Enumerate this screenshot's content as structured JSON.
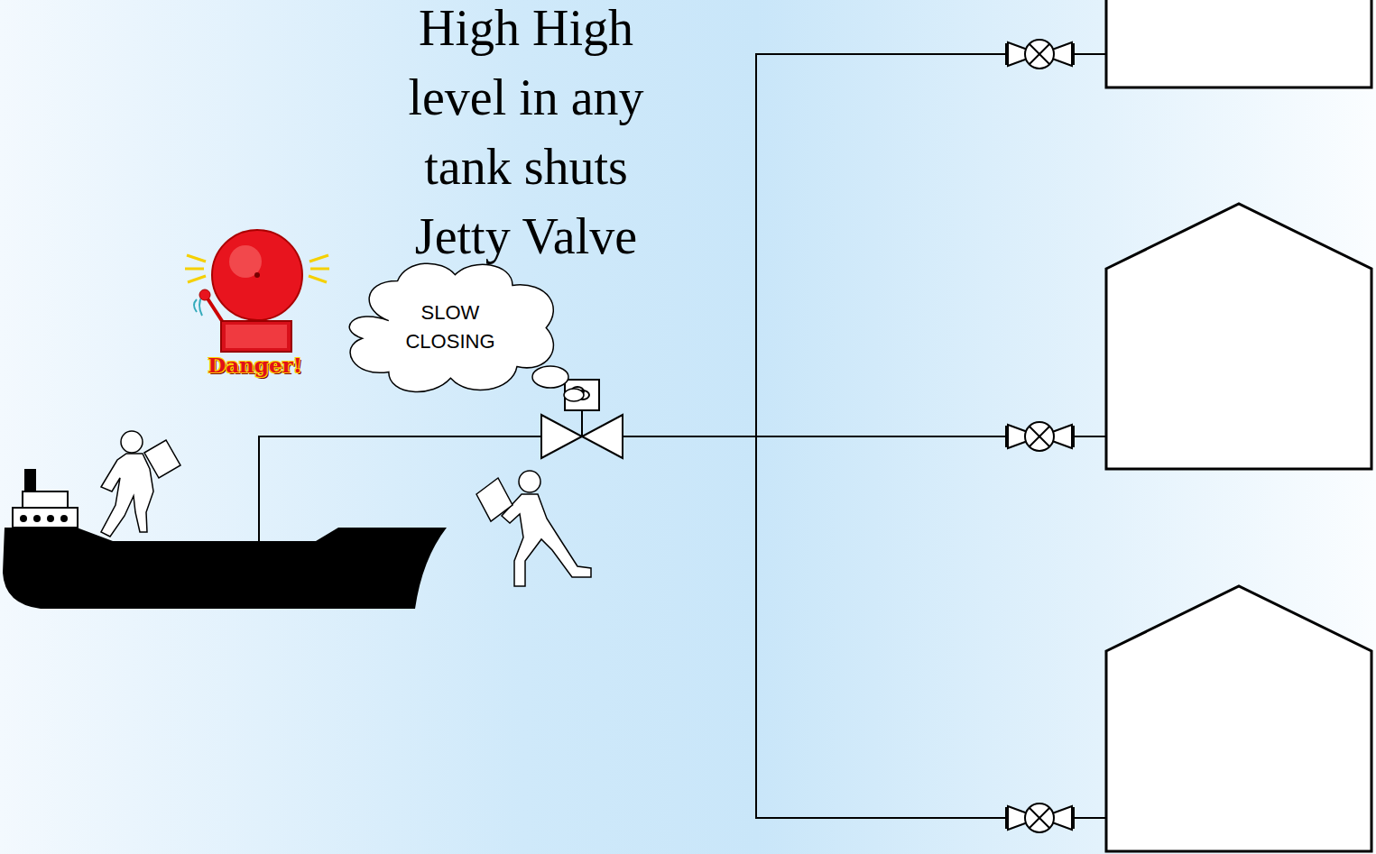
{
  "diagram": {
    "title": "High High level in any tank shuts Jetty Valve",
    "nodes": [
      {
        "text": [
          "SLOW CLOSING"
        ]
      }
    ],
    "labels": [
      "Danger!"
    ]
  }
}
